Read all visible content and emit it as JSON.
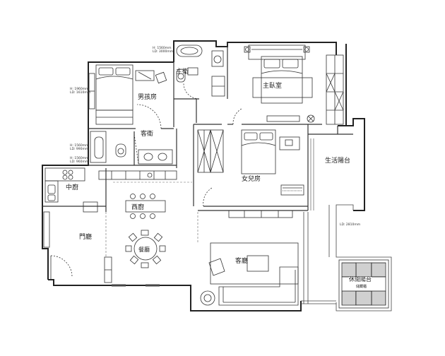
{
  "colors": {
    "wall": "#222222",
    "line": "#333333",
    "hatch": "#777777",
    "bg": "#ffffff"
  },
  "rooms": {
    "master_bath": "主衛",
    "master_bedroom": "主臥室",
    "boys_room": "男孩房",
    "guest_bath": "客衛",
    "girls_room": "女兒房",
    "service_balcony": "生活陽台",
    "kitchen": "中廚",
    "western_kitchen": "西廚",
    "dining": "餐廳",
    "entrance": "門廳",
    "living": "客廳",
    "water_balcony": "休閒陽台",
    "balcony_sub": "儲藏櫃"
  },
  "dimensions": {
    "top_h": "H: 1560mm",
    "top_ld": "LD: 3000mm",
    "boys_h": "H: 1960mm",
    "boys_ld": "LD: 1610mm",
    "bath1_h": "H: 1560mm",
    "bath1_ld": "LD: 990mm",
    "bath2_h": "H: 1560mm",
    "bath2_ld": "LD: 960mm",
    "balcony_ld": "LD: 2810mm"
  }
}
